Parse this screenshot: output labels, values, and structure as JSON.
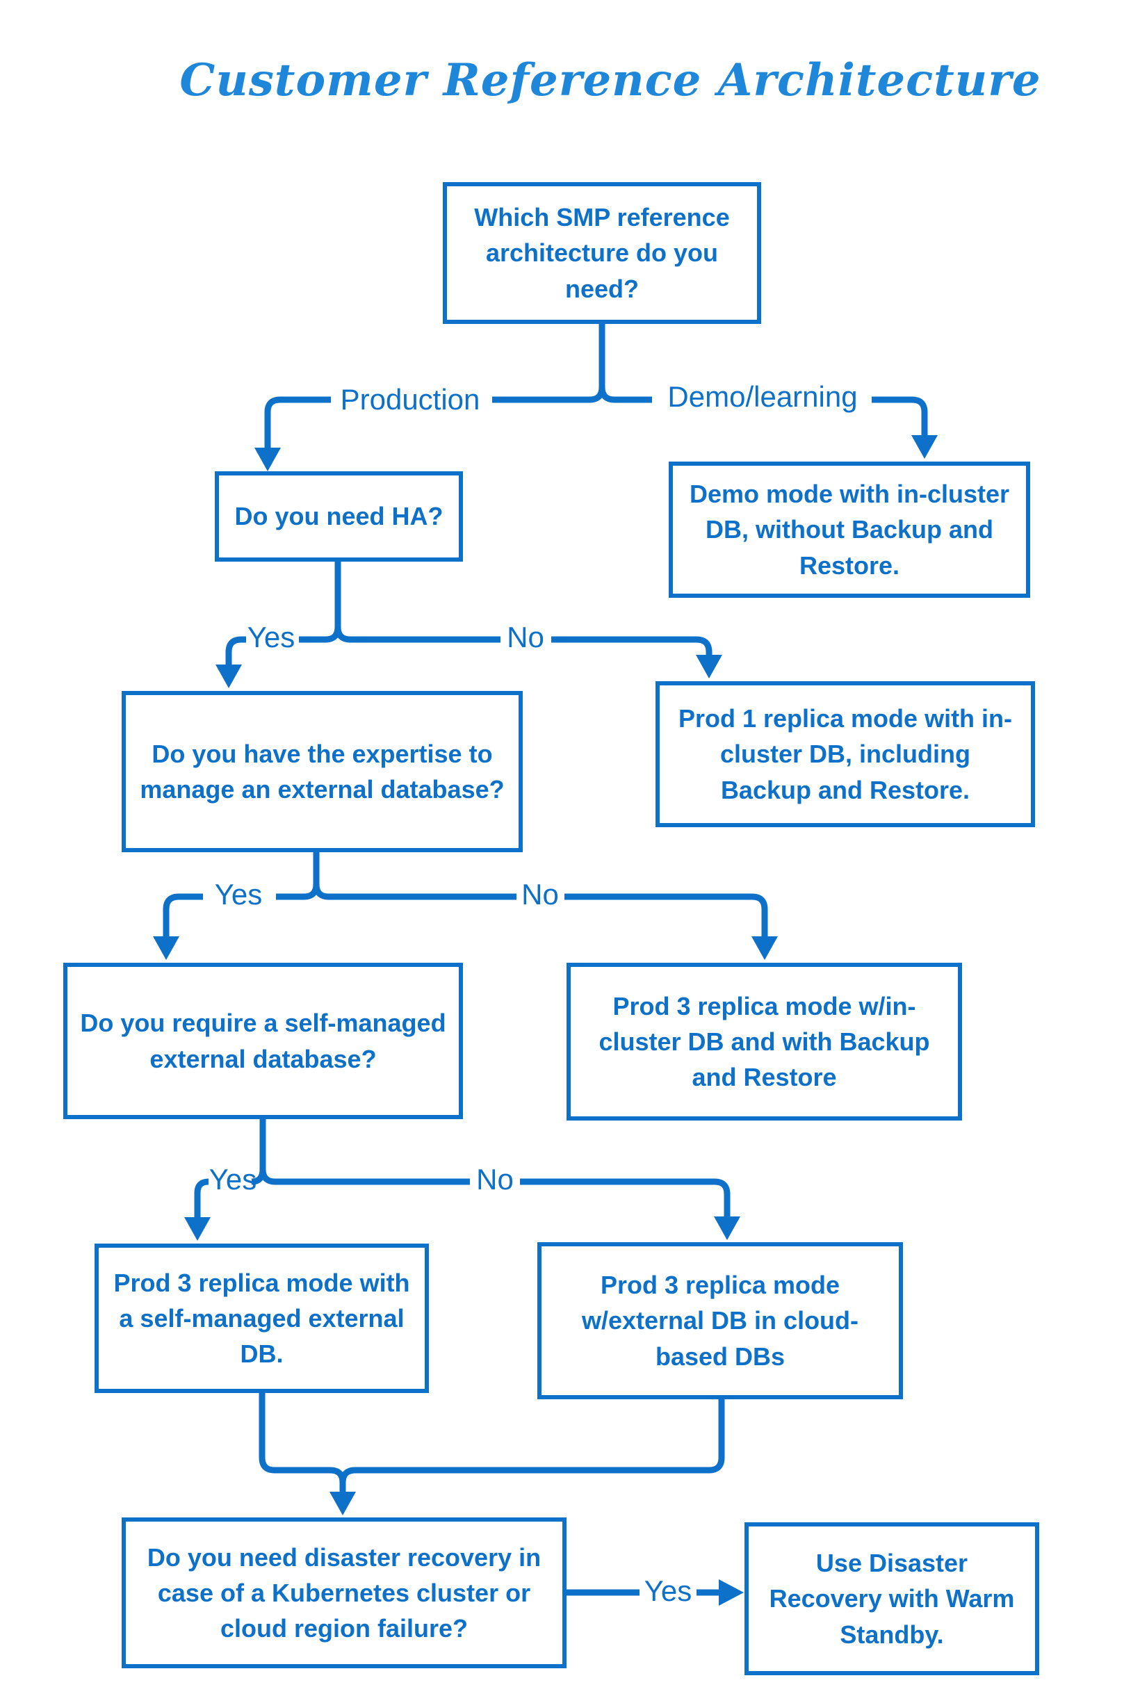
{
  "title": "Customer Reference Architecture",
  "colors": {
    "line": "#0d70c9",
    "title": "#1f87d9",
    "background": "#ffffff"
  },
  "nodes": {
    "root": {
      "text": "Which SMP reference architecture do you need?"
    },
    "need_ha": {
      "text": "Do you need HA?"
    },
    "demo_mode": {
      "text": "Demo mode with in-cluster DB, without Backup and Restore."
    },
    "expertise": {
      "text": "Do you have the expertise to manage an external database?"
    },
    "prod1_incluster": {
      "text": "Prod 1 replica mode with in-cluster DB, including Backup and Restore."
    },
    "self_managed_q": {
      "text": "Do you require a self-managed external database?"
    },
    "prod3_incluster": {
      "text": "Prod 3 replica mode w/in-cluster DB and with Backup and Restore"
    },
    "prod3_selfmanaged": {
      "text": "Prod 3 replica mode with a self-managed external DB."
    },
    "prod3_cloud": {
      "text": "Prod 3 replica mode w/external DB in cloud-based DBs"
    },
    "disaster_q": {
      "text": "Do you need disaster recovery in case of a Kubernetes cluster or cloud region failure?"
    },
    "disaster_warm": {
      "text": "Use Disaster Recovery with Warm Standby."
    }
  },
  "edge_labels": {
    "production": "Production",
    "demo_learning": "Demo/learning",
    "ha_yes": "Yes",
    "ha_no": "No",
    "expertise_yes": "Yes",
    "expertise_no": "No",
    "selfmanaged_yes": "Yes",
    "selfmanaged_no": "No",
    "disaster_yes": "Yes"
  }
}
